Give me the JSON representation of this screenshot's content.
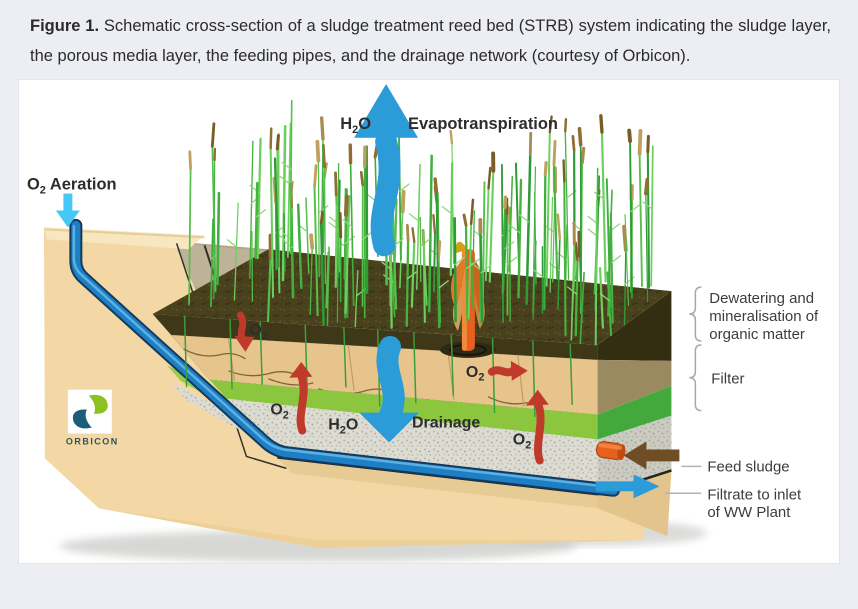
{
  "page": {
    "background": "#edeef4"
  },
  "caption": {
    "label": "Figure 1.",
    "text": " Schematic cross-section of a sludge treatment reed bed (STRB) system indicating the sludge layer, the porous media layer, the feeding pipes, and the drainage network (courtesy of Orbicon)."
  },
  "diagram": {
    "formulas": {
      "h2o": {
        "pre": "H",
        "sub": "2",
        "post": "O"
      },
      "o2": {
        "pre": "O",
        "sub": "2"
      }
    },
    "labels": {
      "evapotranspiration": "Evapotranspiration",
      "aeration": "Aeration",
      "drainage": "Drainage",
      "dewatering_lines": [
        "Dewatering and",
        "mineralisation of",
        "organic matter"
      ],
      "filter": "Filter",
      "feed_sludge": "Feed sludge",
      "filtrate_line1": "Filtrate to inlet",
      "filtrate_line2": "of WW Plant",
      "logo": "ORBICON"
    },
    "colors": {
      "arrow_blue": "#2b9cd8",
      "arrow_light_blue": "#45c8f5",
      "arrow_red": "#c03a2b",
      "arrow_brown": "#6f4e25",
      "pipe_blue": "#1f7fc4",
      "feed_pipe_orange": "#e8601f",
      "sludge_brown": "#49411d",
      "sand_tan": "#f3d8a6",
      "layer_green": "#8bc63e",
      "gravel_gray": "#dddcd3",
      "reed_green": "#4fbf49"
    }
  }
}
